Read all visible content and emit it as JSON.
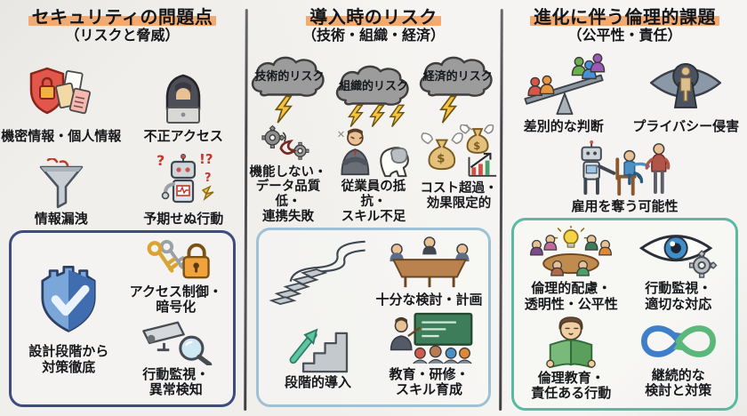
{
  "palette": {
    "paper_bg": "#f5f4f1",
    "title_highlight": "#f0aa72",
    "divider": "#4a4a4e",
    "box_border_security": "#3c4c7e",
    "box_border_deployment": "#9dc1d7",
    "box_border_ethics": "#5bb8a1",
    "cloud_fill": "#9c9c9c",
    "lightning": "#f6c244"
  },
  "columns": [
    {
      "title": "セキュリティの問題点",
      "subtitle": "（リスクと脅威）",
      "items": [
        {
          "icon": "shield-lock-documents-icon",
          "label": "機密情報・個人情報"
        },
        {
          "icon": "hooded-hacker-laptop-icon",
          "label": "不正アクセス"
        },
        {
          "icon": "leaking-funnel-icon",
          "label": "情報漏洩"
        },
        {
          "icon": "confused-robot-icon",
          "label": "予期せぬ行動"
        }
      ],
      "box": {
        "items": [
          {
            "icon": "shield-check-icon",
            "label": "設計段階から\n対策徹底"
          },
          {
            "icon": "keys-padlock-icon",
            "label": "アクセス制御・\n暗号化"
          },
          {
            "icon": "camera-magnifier-icon",
            "label": "行動監視・\n異常検知"
          }
        ]
      }
    },
    {
      "title": "導入時のリスク",
      "subtitle": "（技術・組織・経済）",
      "clouds": [
        {
          "icon": "storm-cloud-lightning-icon",
          "label": "技術的リスク"
        },
        {
          "icon": "storm-cloud-lightning-icon",
          "label": "組織的リスク"
        },
        {
          "icon": "storm-cloud-lightning-icon",
          "label": "経済的リスク"
        }
      ],
      "items": [
        {
          "icon": "tangled-gears-icon",
          "label": "機能しない・\nデータ品質低・\n連携失敗"
        },
        {
          "icon": "resisting-employee-icon",
          "label": "従業員の抵抗・\nスキル不足"
        },
        {
          "icon": "flying-money-bags-icon",
          "label": "コスト超過・\n効果限定的"
        }
      ],
      "box": {
        "items": [
          {
            "icon": "winding-stair-path-icon",
            "label": ""
          },
          {
            "icon": "meeting-table-icon",
            "label": "十分な検討・計画"
          },
          {
            "icon": "stairs-up-arrow-icon",
            "label": "段階的導入"
          },
          {
            "icon": "classroom-training-icon",
            "label": "教育・研修・\nスキル育成"
          }
        ]
      }
    },
    {
      "title": "進化に伴う倫理的課題",
      "subtitle": "（公平性・責任）",
      "items": [
        {
          "icon": "unbalanced-seesaw-people-icon",
          "label": "差別的な判断"
        },
        {
          "icon": "eye-keyhole-person-icon",
          "label": "プライバシー侵害"
        },
        {
          "icon": "robot-taking-chair-icon",
          "label": "雇用を奪う可能性"
        }
      ],
      "box": {
        "items": [
          {
            "icon": "roundtable-idea-icon",
            "label": "倫理的配慮・\n透明性・公平性"
          },
          {
            "icon": "eye-gear-icon",
            "label": "行動監視・\n適切な対応"
          },
          {
            "icon": "ethics-reading-icon",
            "label": "倫理教育・\n責任ある行動"
          },
          {
            "icon": "continuous-loop-icon",
            "label": "継続的な\n検討と対策"
          }
        ]
      }
    }
  ]
}
